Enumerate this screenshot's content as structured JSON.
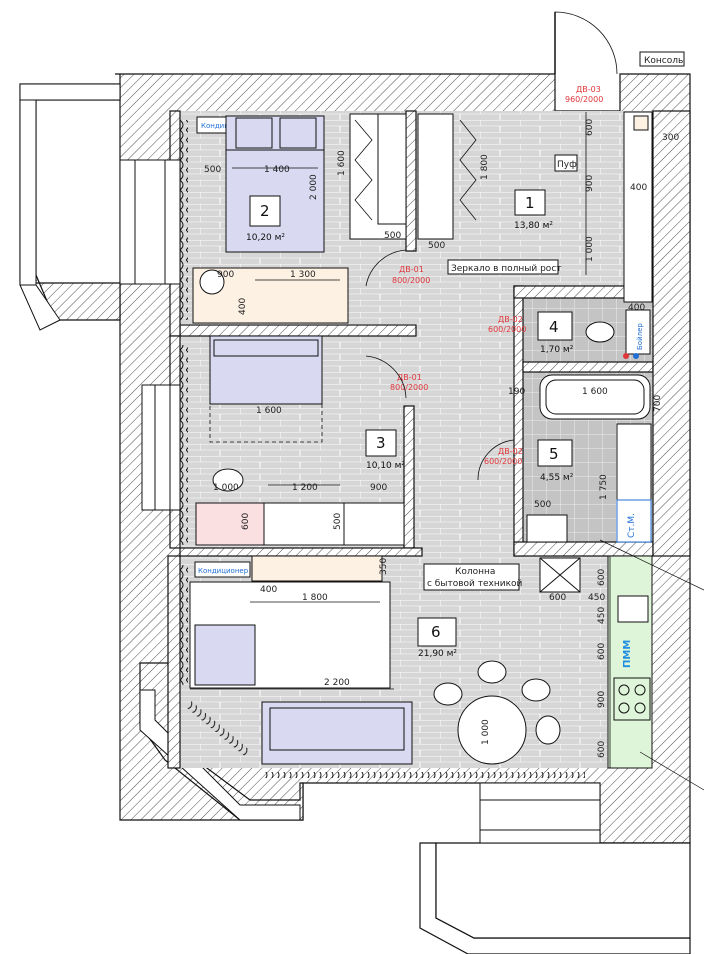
{
  "rooms": [
    {
      "number": "1",
      "area": "13,80 м²"
    },
    {
      "number": "2",
      "area": "10,20 м²"
    },
    {
      "number": "3",
      "area": "10,10 м²"
    },
    {
      "number": "4",
      "area": "1,70 м²"
    },
    {
      "number": "5",
      "area": "4,55 м²"
    },
    {
      "number": "6",
      "area": "21,90 м²"
    }
  ],
  "doors": [
    {
      "code": "ДВ-03",
      "size": "960/2000"
    },
    {
      "code": "ДВ-01",
      "size": "800/2000"
    },
    {
      "code": "ДВ-02",
      "size": "600/2000"
    },
    {
      "code": "ДВ-01",
      "size": "800/2000"
    },
    {
      "code": "ДВ-02",
      "size": "600/2000"
    }
  ],
  "labels": {
    "console": "Консоль",
    "mirror": "Зеркало в полный рост",
    "pouf": "Пуф",
    "column_line1": "Колонна",
    "column_line2": "с бытовой техникой",
    "ac1": "Кондиционер",
    "ac2": "Кондиционер",
    "boiler": "Бойлер",
    "washer": "Ст.М.",
    "dishwasher": "ПММ"
  },
  "dims": {
    "d1400": "1 400",
    "d500a": "500",
    "d2000": "2 000",
    "d1600a": "1 600",
    "d1800a": "1 800",
    "d500b": "500",
    "d500c": "500",
    "d900a": "900",
    "d1300": "1 300",
    "d400a": "400",
    "d600a": "600",
    "d300": "300",
    "d900b": "900",
    "d400b": "400",
    "d1000a": "1 000",
    "d400c": "400",
    "d190": "190",
    "d1600b": "1 600",
    "d700": "700",
    "d1750": "1 750",
    "d500d": "500",
    "d1600c": "1 600",
    "d1000b": "1 000",
    "d1200": "1 200",
    "d900c": "900",
    "d600b": "600",
    "d500e": "500",
    "d350": "350",
    "d400d": "400",
    "d1800b": "1 800",
    "d2200": "2 200",
    "d600c": "600",
    "d450a": "450",
    "d600d": "600",
    "d450b": "450",
    "d600e": "600",
    "d900d": "900",
    "d600f": "600",
    "d1000c": "1 000"
  },
  "colors": {
    "door_text": "#e0353a",
    "furniture_fill": "#d9d9f2",
    "kitchen_fill": "#dff5d9",
    "pink_fill": "#fbe0e2",
    "desk_fill": "#fdf1e4",
    "floor_fill": "#d8d8d8",
    "tile_fill": "#c8c8c8"
  }
}
